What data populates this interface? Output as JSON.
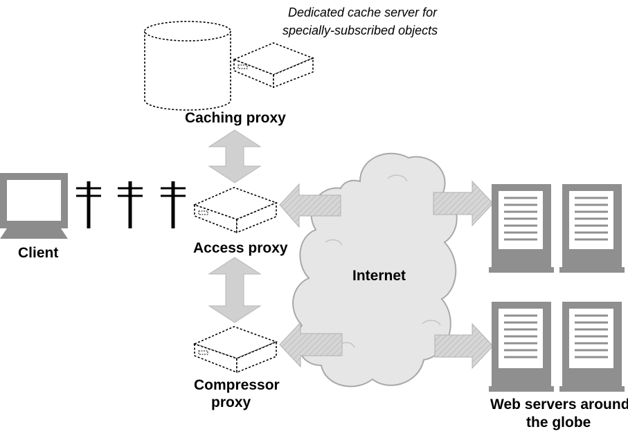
{
  "labels": {
    "note_line1": "Dedicated cache server for",
    "note_line2": "specially-subscribed objects",
    "caching_proxy": "Caching proxy",
    "client": "Client",
    "access_proxy": "Access proxy",
    "internet": "Internet",
    "compressor_line1": "Compressor",
    "compressor_line2": "proxy",
    "web_servers_line1": "Web servers around",
    "web_servers_line2": "the globe"
  },
  "colors": {
    "arrow_fill": "#d4d4d4",
    "arrow_stroke": "#b0b0b0",
    "cloud_fill": "#e6e6e6",
    "cloud_stroke": "#a8a8a8",
    "monitor": "#8c8c8c",
    "server": "#8f8f8f",
    "dashed": "#000000"
  }
}
